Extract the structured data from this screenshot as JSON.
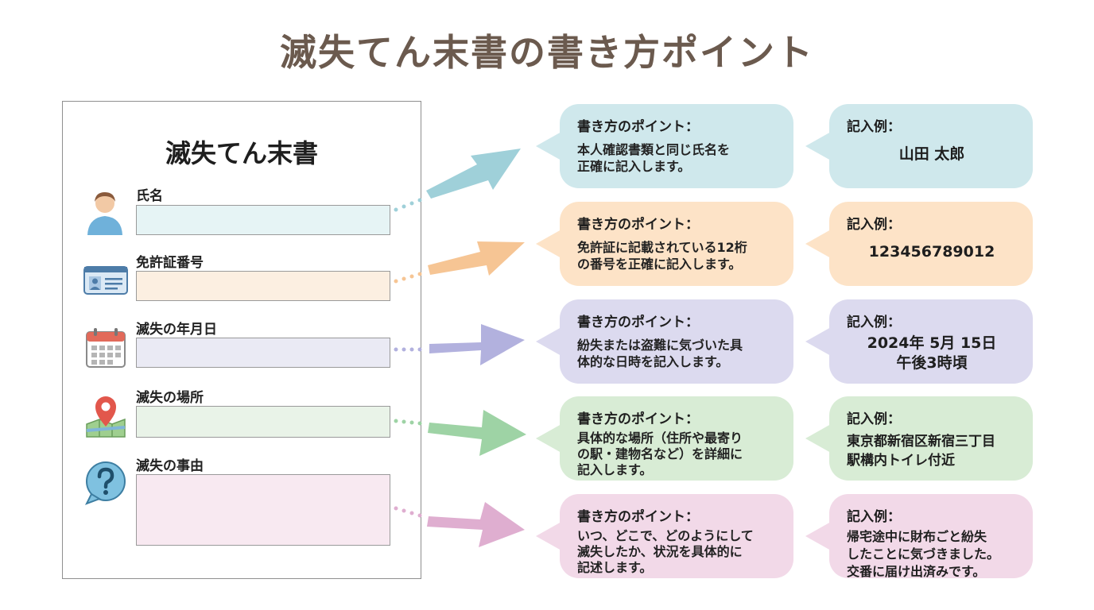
{
  "title": "滅失てん末書の書き方ポイント",
  "form": {
    "title": "滅失てん末書",
    "fields": [
      {
        "label": "氏名",
        "icon": "person-icon"
      },
      {
        "label": "免許証番号",
        "icon": "id-card-icon"
      },
      {
        "label": "滅失の年月日",
        "icon": "calendar-icon"
      },
      {
        "label": "滅失の場所",
        "icon": "map-pin-icon"
      },
      {
        "label": "滅失の事由",
        "icon": "question-bubble-icon"
      }
    ]
  },
  "guides": [
    {
      "point_heading": "書き方のポイント：",
      "point_text": "本人確認書類と同じ氏名を\n正確に記入します。",
      "example_heading": "記入例：",
      "example_text": "山田 太郎",
      "color": "#cfe8ec"
    },
    {
      "point_heading": "書き方のポイント：",
      "point_text": "免許証に記載されている12桁\nの番号を正確に記入します。",
      "example_heading": "記入例：",
      "example_text": "123456789012",
      "color": "#fde3c7"
    },
    {
      "point_heading": "書き方のポイント：",
      "point_text": "紛失または盗難に気づいた具\n体的な日時を記入します。",
      "example_heading": "記入例：",
      "example_text": "2024年 5月 15日\n午後3時頃",
      "color": "#dcdaef"
    },
    {
      "point_heading": "書き方のポイント：",
      "point_text": "具体的な場所（住所や最寄り\nの駅・建物名など）を詳細に\n記入します。",
      "example_heading": "記入例：",
      "example_text": "東京都新宿区新宿三丁目\n駅構内トイレ付近",
      "color": "#d8ecd5"
    },
    {
      "point_heading": "書き方のポイント：",
      "point_text": "いつ、どこで、どのようにして\n滅失したか、状況を具体的に\n記述します。",
      "example_heading": "記入例：",
      "example_text": "帰宅途中に財布ごと紛失\nしたことに気づきました。\n交番に届け出済みです。",
      "color": "#f2d9e8"
    }
  ],
  "field_colors": [
    "#e6f4f5",
    "#fcefe1",
    "#eaeaf4",
    "#e9f3e8",
    "#f8e9f1"
  ],
  "arrow_colors": [
    "#9fd0d9",
    "#f6c594",
    "#b2b1de",
    "#9ed3a5",
    "#dfaed0"
  ]
}
